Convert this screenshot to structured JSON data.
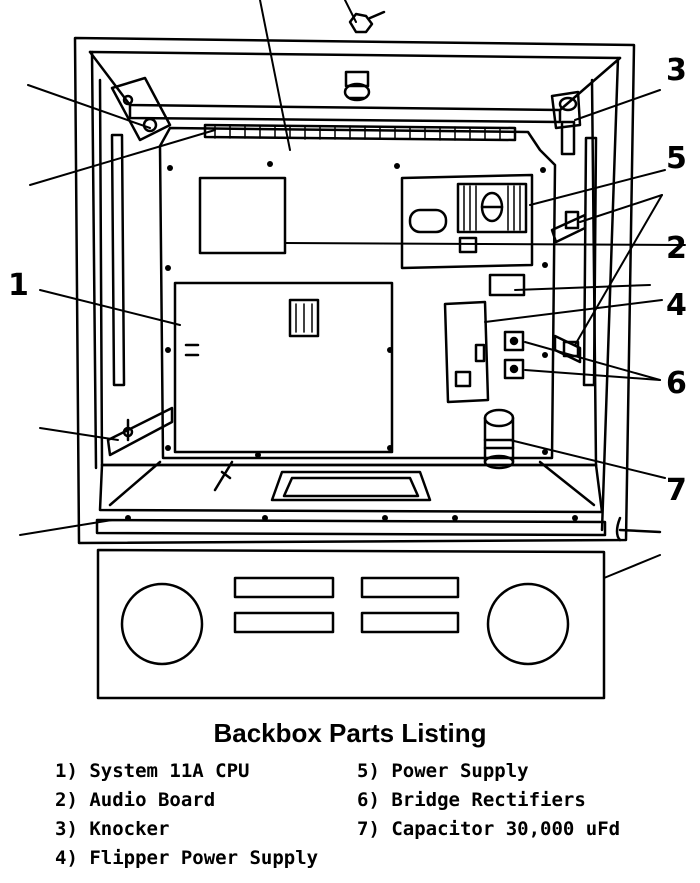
{
  "diagram": {
    "callout_numbers": [
      "1",
      "2",
      "3",
      "4",
      "5",
      "6",
      "7"
    ]
  },
  "legend": {
    "title": "Backbox Parts Listing",
    "items": [
      "1) System 11A CPU",
      "2) Audio Board",
      "3) Knocker",
      "4) Flipper Power Supply",
      "5) Power Supply",
      "6) Bridge Rectifiers",
      "7) Capacitor 30,000 uFd"
    ]
  }
}
